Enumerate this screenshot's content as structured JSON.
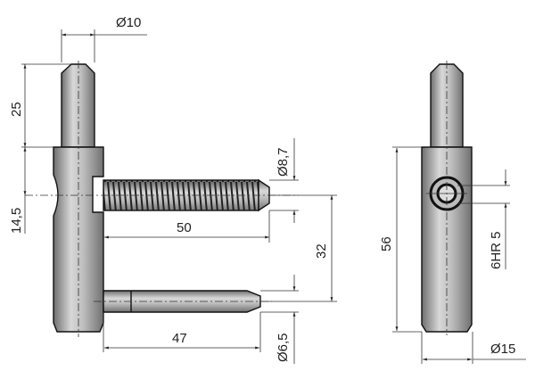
{
  "title": "Hinge technical drawing",
  "dimensions": {
    "pin_diameter": "Ø10",
    "pin_length": "25",
    "offset_to_screw": "14,5",
    "screw_diameter": "Ø8,7",
    "screw_length": "50",
    "screw_spacing": "32",
    "lower_pin_length": "47",
    "lower_pin_diameter": "Ø6,5",
    "body_length": "56",
    "hex_socket": "6HR 5",
    "body_diameter": "Ø15"
  },
  "colors": {
    "metal_light": "#d4d4d4",
    "metal_dark": "#7a7a7a",
    "line": "#333333"
  }
}
